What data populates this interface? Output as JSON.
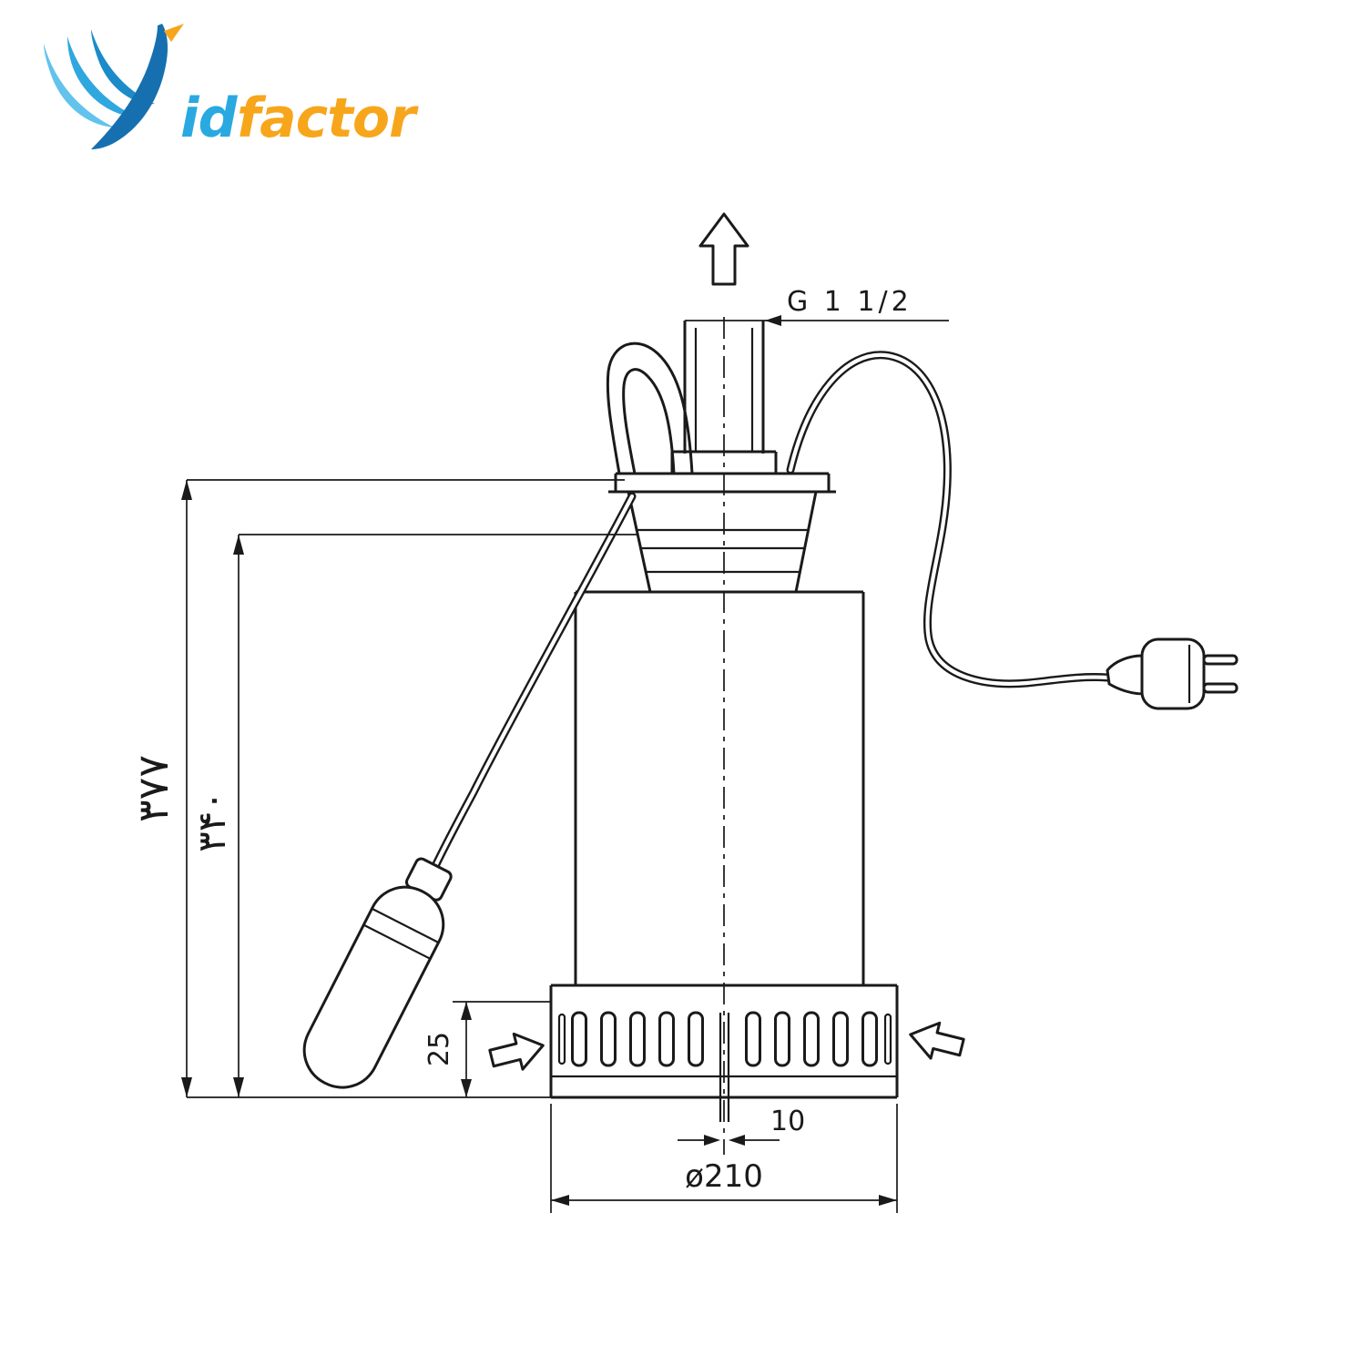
{
  "brand": {
    "id": "id",
    "factor": "factor",
    "blue": "#2AA9E0",
    "orange": "#F7A61B"
  },
  "colors": {
    "line": "#1a1a1a",
    "background": "#ffffff"
  },
  "dims": {
    "thread": "G 1 1/2",
    "height_total": "۳۷۷",
    "height_body": "۳۴۰",
    "slot_band": "25",
    "drain_width": "10",
    "diameter": "ø210"
  }
}
